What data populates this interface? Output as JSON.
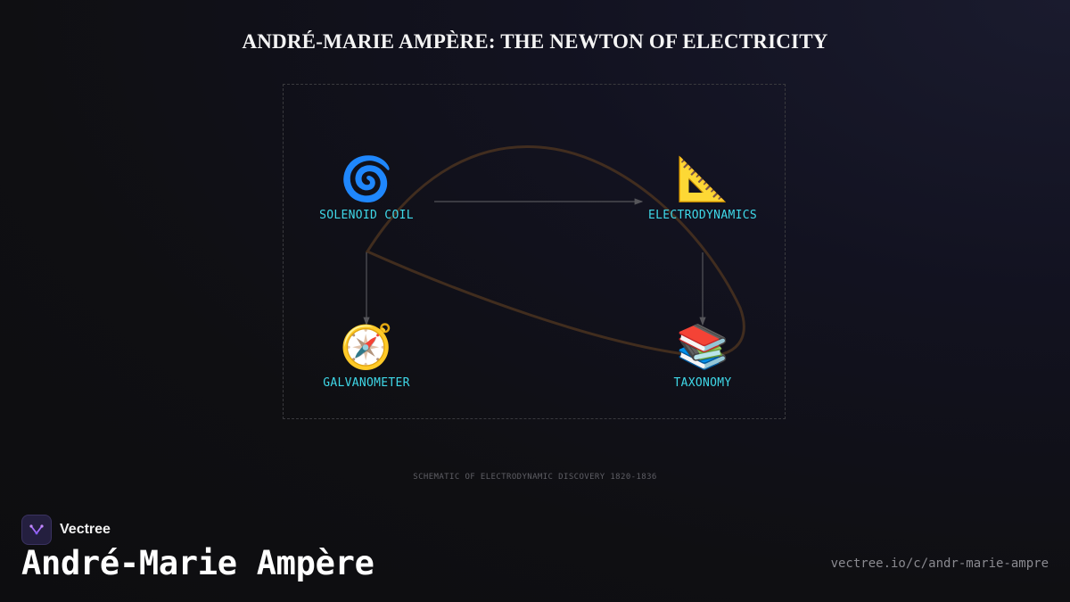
{
  "title": "ANDRÉ-MARIE AMPÈRE: THE NEWTON OF ELECTRICITY",
  "nodes": [
    {
      "id": "solenoid",
      "label": "SOLENOID COIL",
      "icon": "cyclone-icon",
      "glyph": "🌀"
    },
    {
      "id": "electrodynamics",
      "label": "ELECTRODYNAMICS",
      "icon": "triangular-ruler-icon",
      "glyph": "📐"
    },
    {
      "id": "galvanometer",
      "label": "GALVANOMETER",
      "icon": "compass-icon",
      "glyph": "🧭"
    },
    {
      "id": "taxonomy",
      "label": "TAXONOMY",
      "icon": "books-icon",
      "glyph": "📚"
    }
  ],
  "caption": "SCHEMATIC OF ELECTRODYNAMIC DISCOVERY 1820-1836",
  "footer": {
    "brand": "Vectree",
    "name": "André-Marie Ampère",
    "url": "vectree.io/c/andr-marie-ampre"
  },
  "colors": {
    "label": "#3fd8e8",
    "curve": "#4a3220",
    "arrow": "#55555a",
    "frame": "#3a3a3e"
  }
}
